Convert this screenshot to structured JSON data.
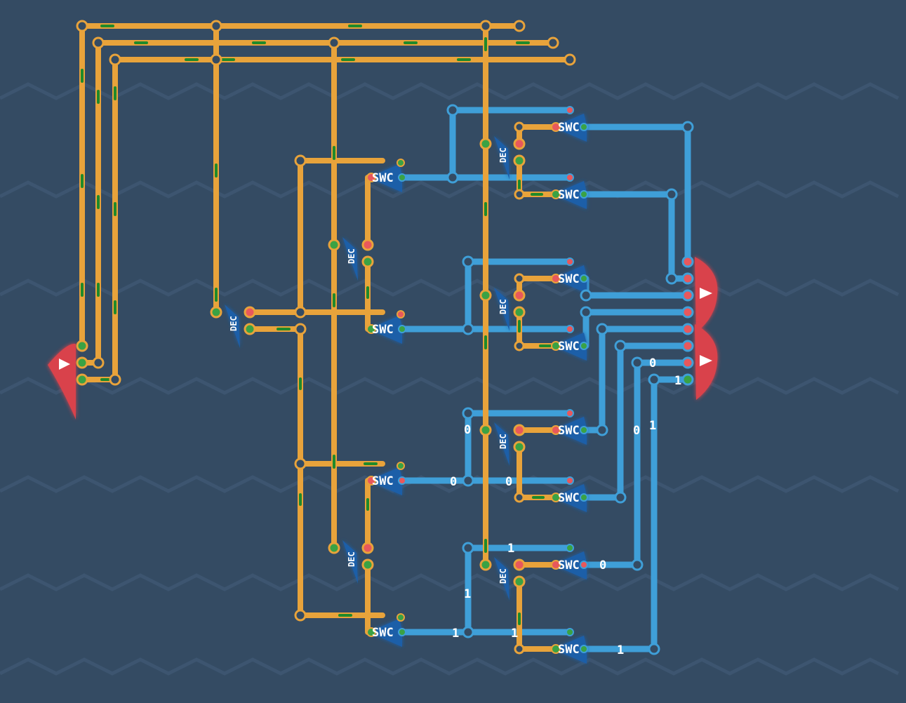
{
  "labels": {
    "swc": "SWC",
    "dec": "DEC",
    "zero": "0",
    "one": "1"
  },
  "colors": {
    "background": "#344b63",
    "zigzag": "#3d5570",
    "control_wire": "#e8a33b",
    "data_wire": "#3f9fd8",
    "signal_flow": "#1f8a2a",
    "port_red": "#e8585c",
    "port_green": "#3aa244",
    "component_blue": "#1f5fa8",
    "connector_red": "#d9434b"
  },
  "icons": {
    "input_connector": "red-arrow-connector-icon",
    "output_connector": "red-arrow-connector-icon",
    "switch": "swc-triangle-icon",
    "decoder": "dec-triangle-icon"
  }
}
